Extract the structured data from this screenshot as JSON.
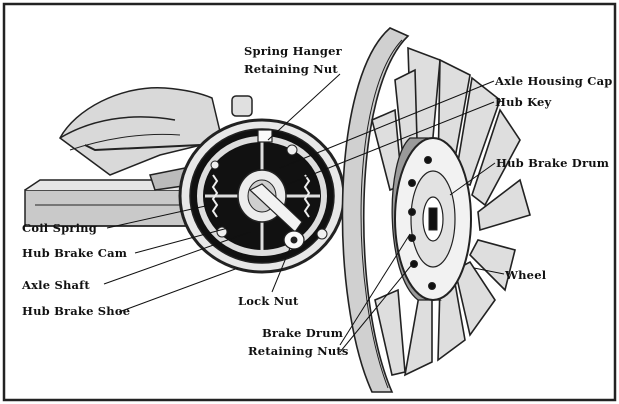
{
  "labels": {
    "spring_hanger_nut": [
      "Spring Hanger",
      "Retaining Nut"
    ],
    "axle_housing_cap": "Axle Housing Cap",
    "hub_key": "Hub Key",
    "hub_brake_drum": "Hub Brake Drum",
    "coil_spring": "Coil Spring",
    "hub_brake_cam": "Hub Brake Cam",
    "axle_shaft": "Axle Shaft",
    "hub_brake_shoe": "Hub Brake Shoe",
    "lock_nut": "Lock Nut",
    "brake_drum_nuts": [
      "Brake Drum",
      "Retaining Nuts"
    ],
    "wheel": "Wheel"
  }
}
